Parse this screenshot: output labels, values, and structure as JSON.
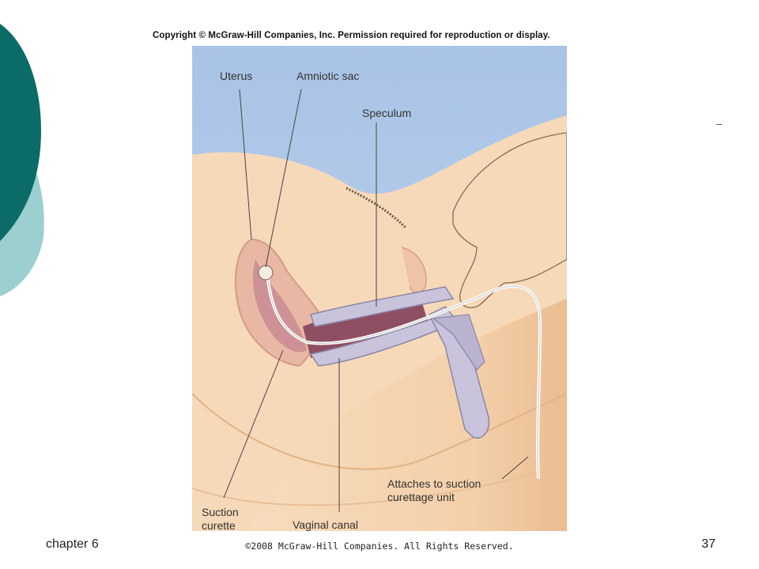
{
  "slide": {
    "copyright_top": "Copyright © McGraw-Hill Companies, Inc.  Permission required for reproduction or display.",
    "footer": {
      "chapter": "chapter 6",
      "copyright": "©2008 McGraw-Hill Companies. All Rights Reserved.",
      "page_number": "37"
    }
  },
  "figure": {
    "labels": {
      "uterus": "Uterus",
      "amniotic_sac": "Amniotic sac",
      "speculum": "Speculum",
      "suction_curette_line1": "Suction",
      "suction_curette_line2": "curette",
      "vaginal_canal": "Vaginal canal",
      "attaches_line1": "Attaches to suction",
      "attaches_line2": "curettage unit"
    }
  },
  "colors": {
    "teal_dark": "#0b6b66",
    "teal_light": "#9ccfcf",
    "sky": "#b3cbe8",
    "skin": "#f6d9b8",
    "skin_shadow": "#ecc29a",
    "uterus_pink": "#e9b8a4",
    "canal_maroon": "#8e4f63",
    "speculum_lilac": "#c9c4dc"
  }
}
